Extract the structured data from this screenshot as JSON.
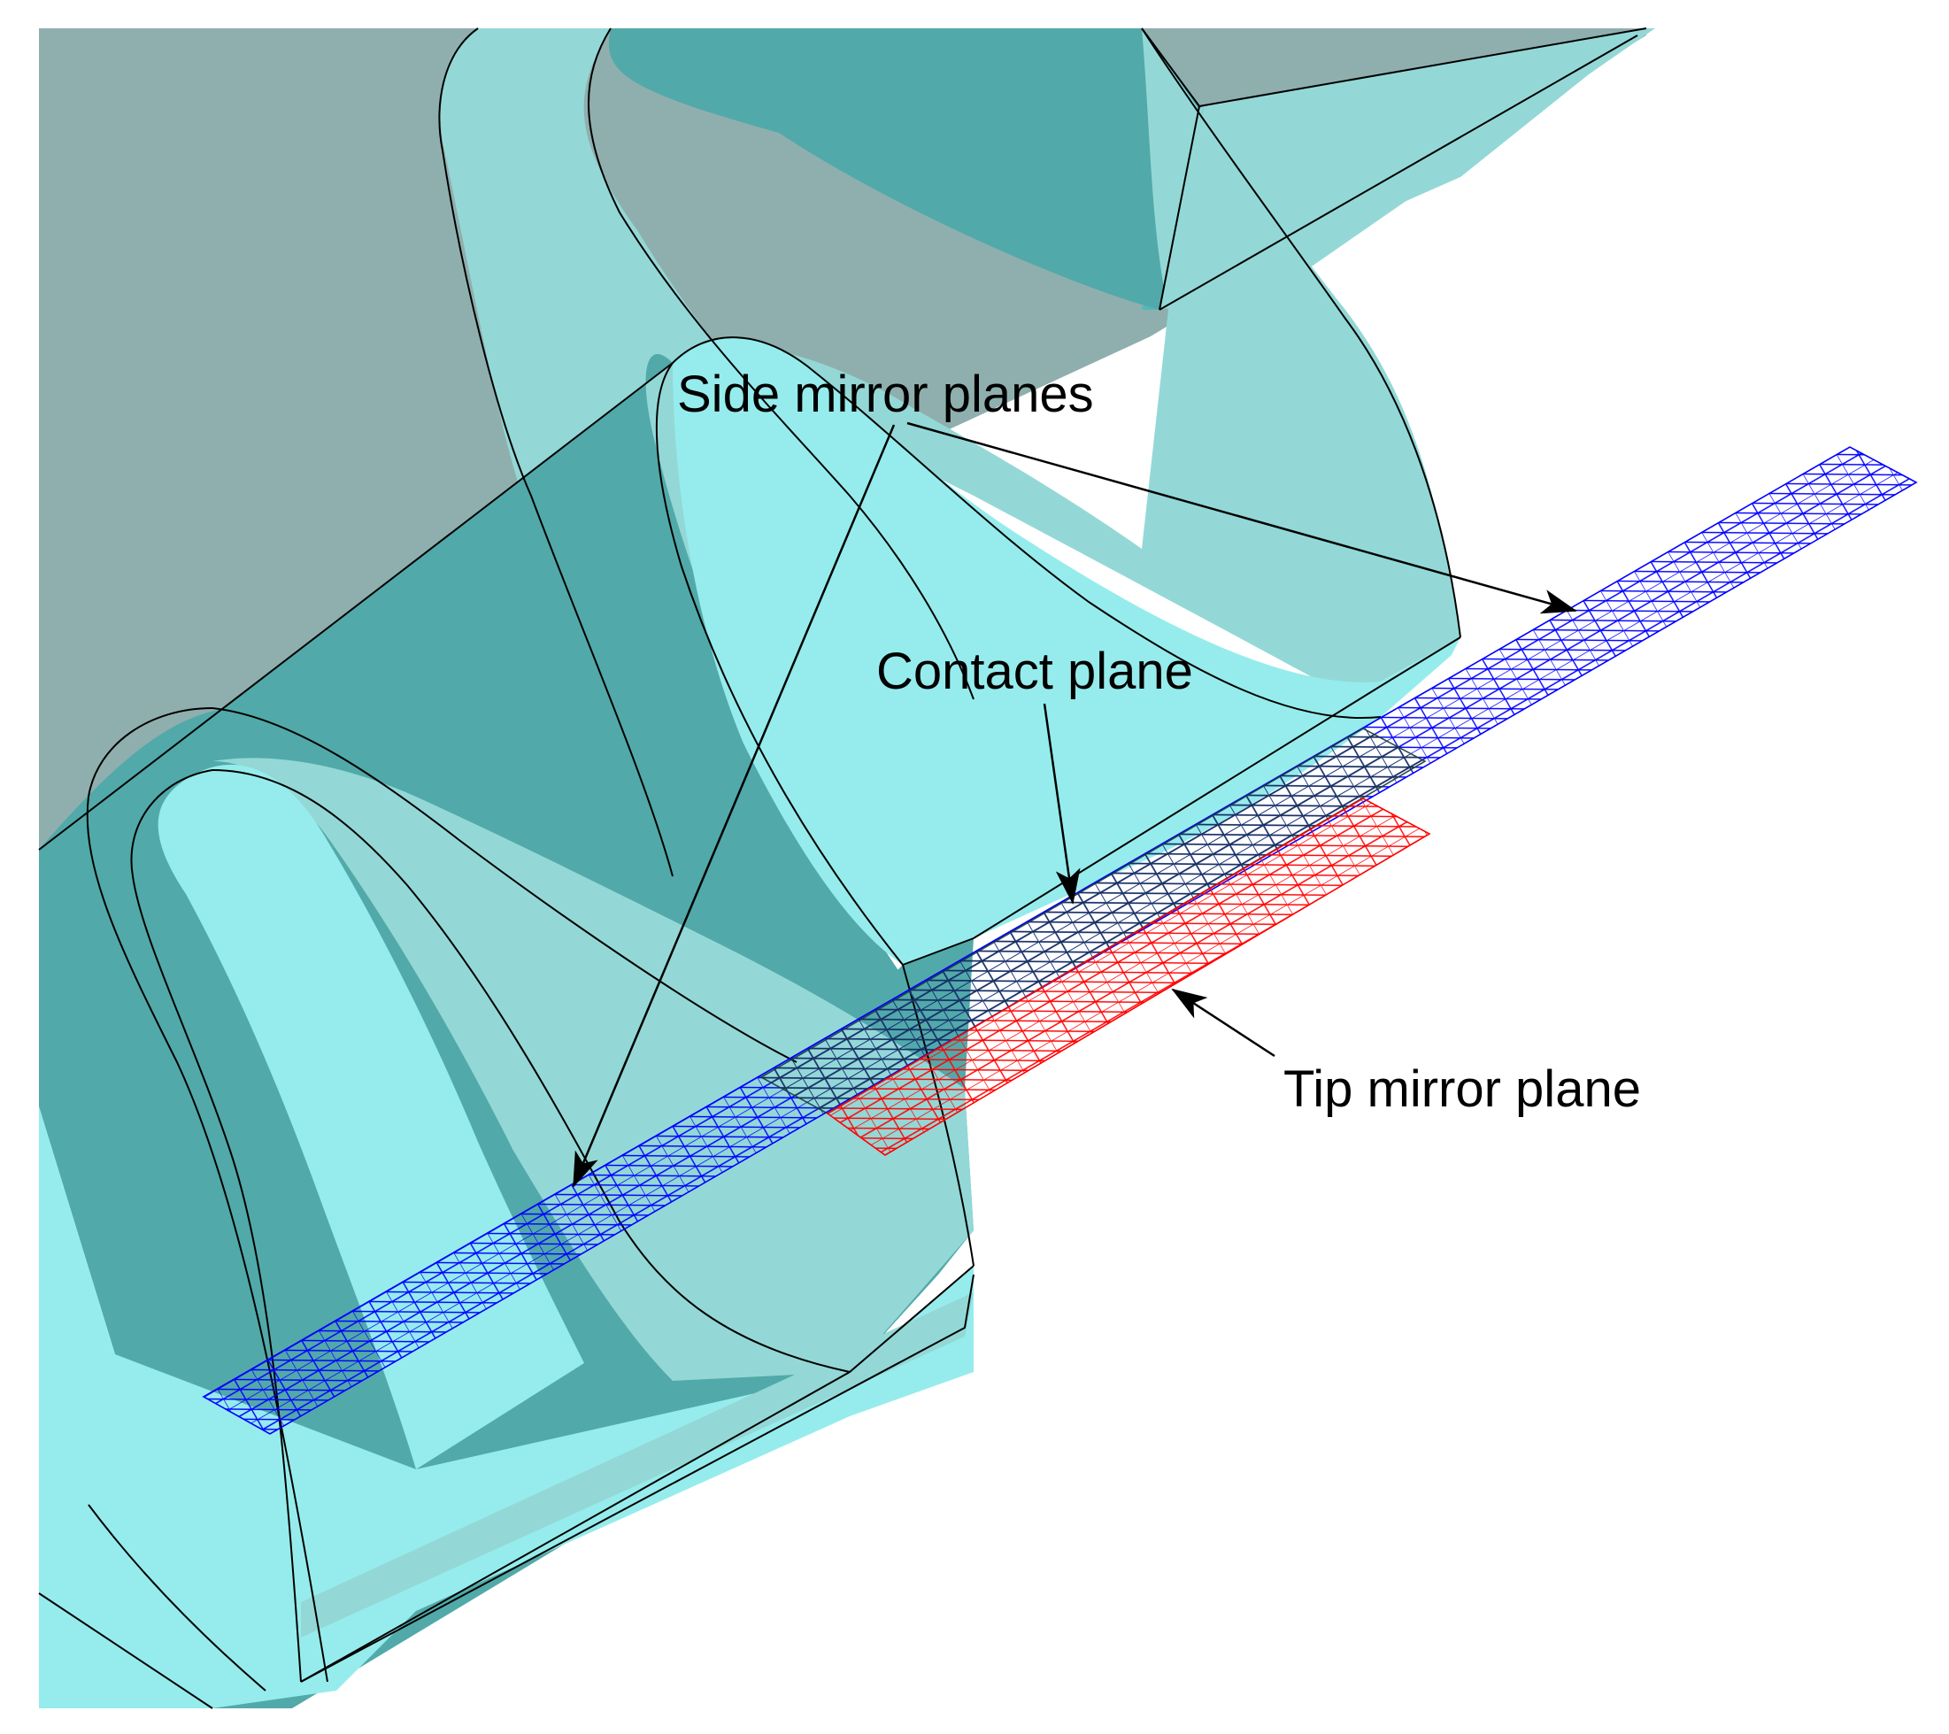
{
  "labels": {
    "side_mirror": "Side mirror planes",
    "contact": "Contact plane",
    "tip_mirror": "Tip mirror plane"
  },
  "colors": {
    "background": "#ffffff",
    "body_dark": "#8FAFAE",
    "face_light": "#93D8D6",
    "face_cyan": "#96ECEC",
    "face_teal": "#52A9A9",
    "side_mirror_mesh": "#0000FF",
    "tip_mirror_mesh": "#FF0000",
    "contact_mesh": "#000000",
    "outline": "#000000"
  }
}
